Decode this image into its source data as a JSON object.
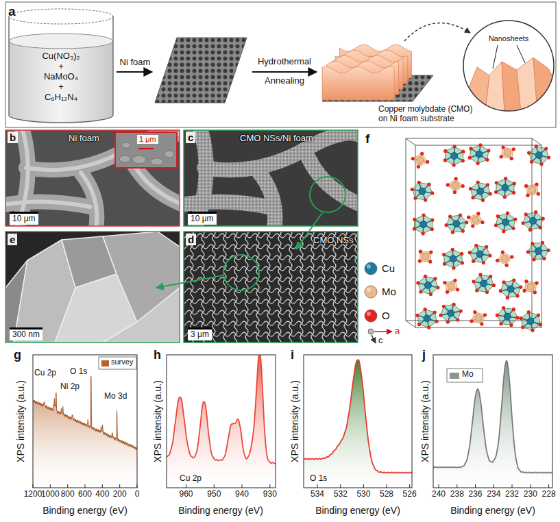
{
  "diagram": {
    "nodes": [
      {
        "text": [
          "Cu(NO₃)₂",
          "+",
          "NaMoO₄",
          "+",
          "C₆H₁₂N₄"
        ]
      },
      {
        "text": [
          "Nanosheets"
        ]
      }
    ],
    "labels": [
      "a",
      "Ni foam",
      "Hydrothermal",
      "Annealing",
      "Copper molybdate (CMO) on Ni foam substrate",
      "b",
      "Ni foam",
      "1 μm",
      "10 μm",
      "c",
      "CMO NSs/Ni foam",
      "10 μm",
      "e",
      "300 nm",
      "d",
      "CMO NSs",
      "3 μm",
      "f",
      "a",
      "c",
      "g",
      "Cu 2p",
      "Ni 2p",
      "O 1s",
      "Mo 3d",
      "XPS intensity (a.u.)",
      "Binding energy (eV)",
      "1200",
      "1000",
      "800",
      "600",
      "400",
      "200",
      "0",
      "h",
      "Cu 2p",
      "XPS intensity (a.u.)",
      "Binding energy (eV)",
      "960",
      "950",
      "940",
      "930",
      "i",
      "O 1s",
      "XPS intensity (a.u.)",
      "Binding energy (eV)",
      "534",
      "532",
      "530",
      "528",
      "526",
      "j",
      "XPS intensity (a.u.)",
      "Binding energy (eV)",
      "240",
      "238",
      "236",
      "234",
      "232",
      "230",
      "228"
    ],
    "legend": [
      {
        "text": "Cu",
        "color": "#1b7a9c"
      },
      {
        "text": "Mo",
        "color": "#e9b98c"
      },
      {
        "text": "O",
        "color": "#e3241b"
      },
      {
        "text": "survey",
        "color": "#b5652a"
      },
      {
        "text": "Mo",
        "color": "#8c958e"
      }
    ]
  }
}
